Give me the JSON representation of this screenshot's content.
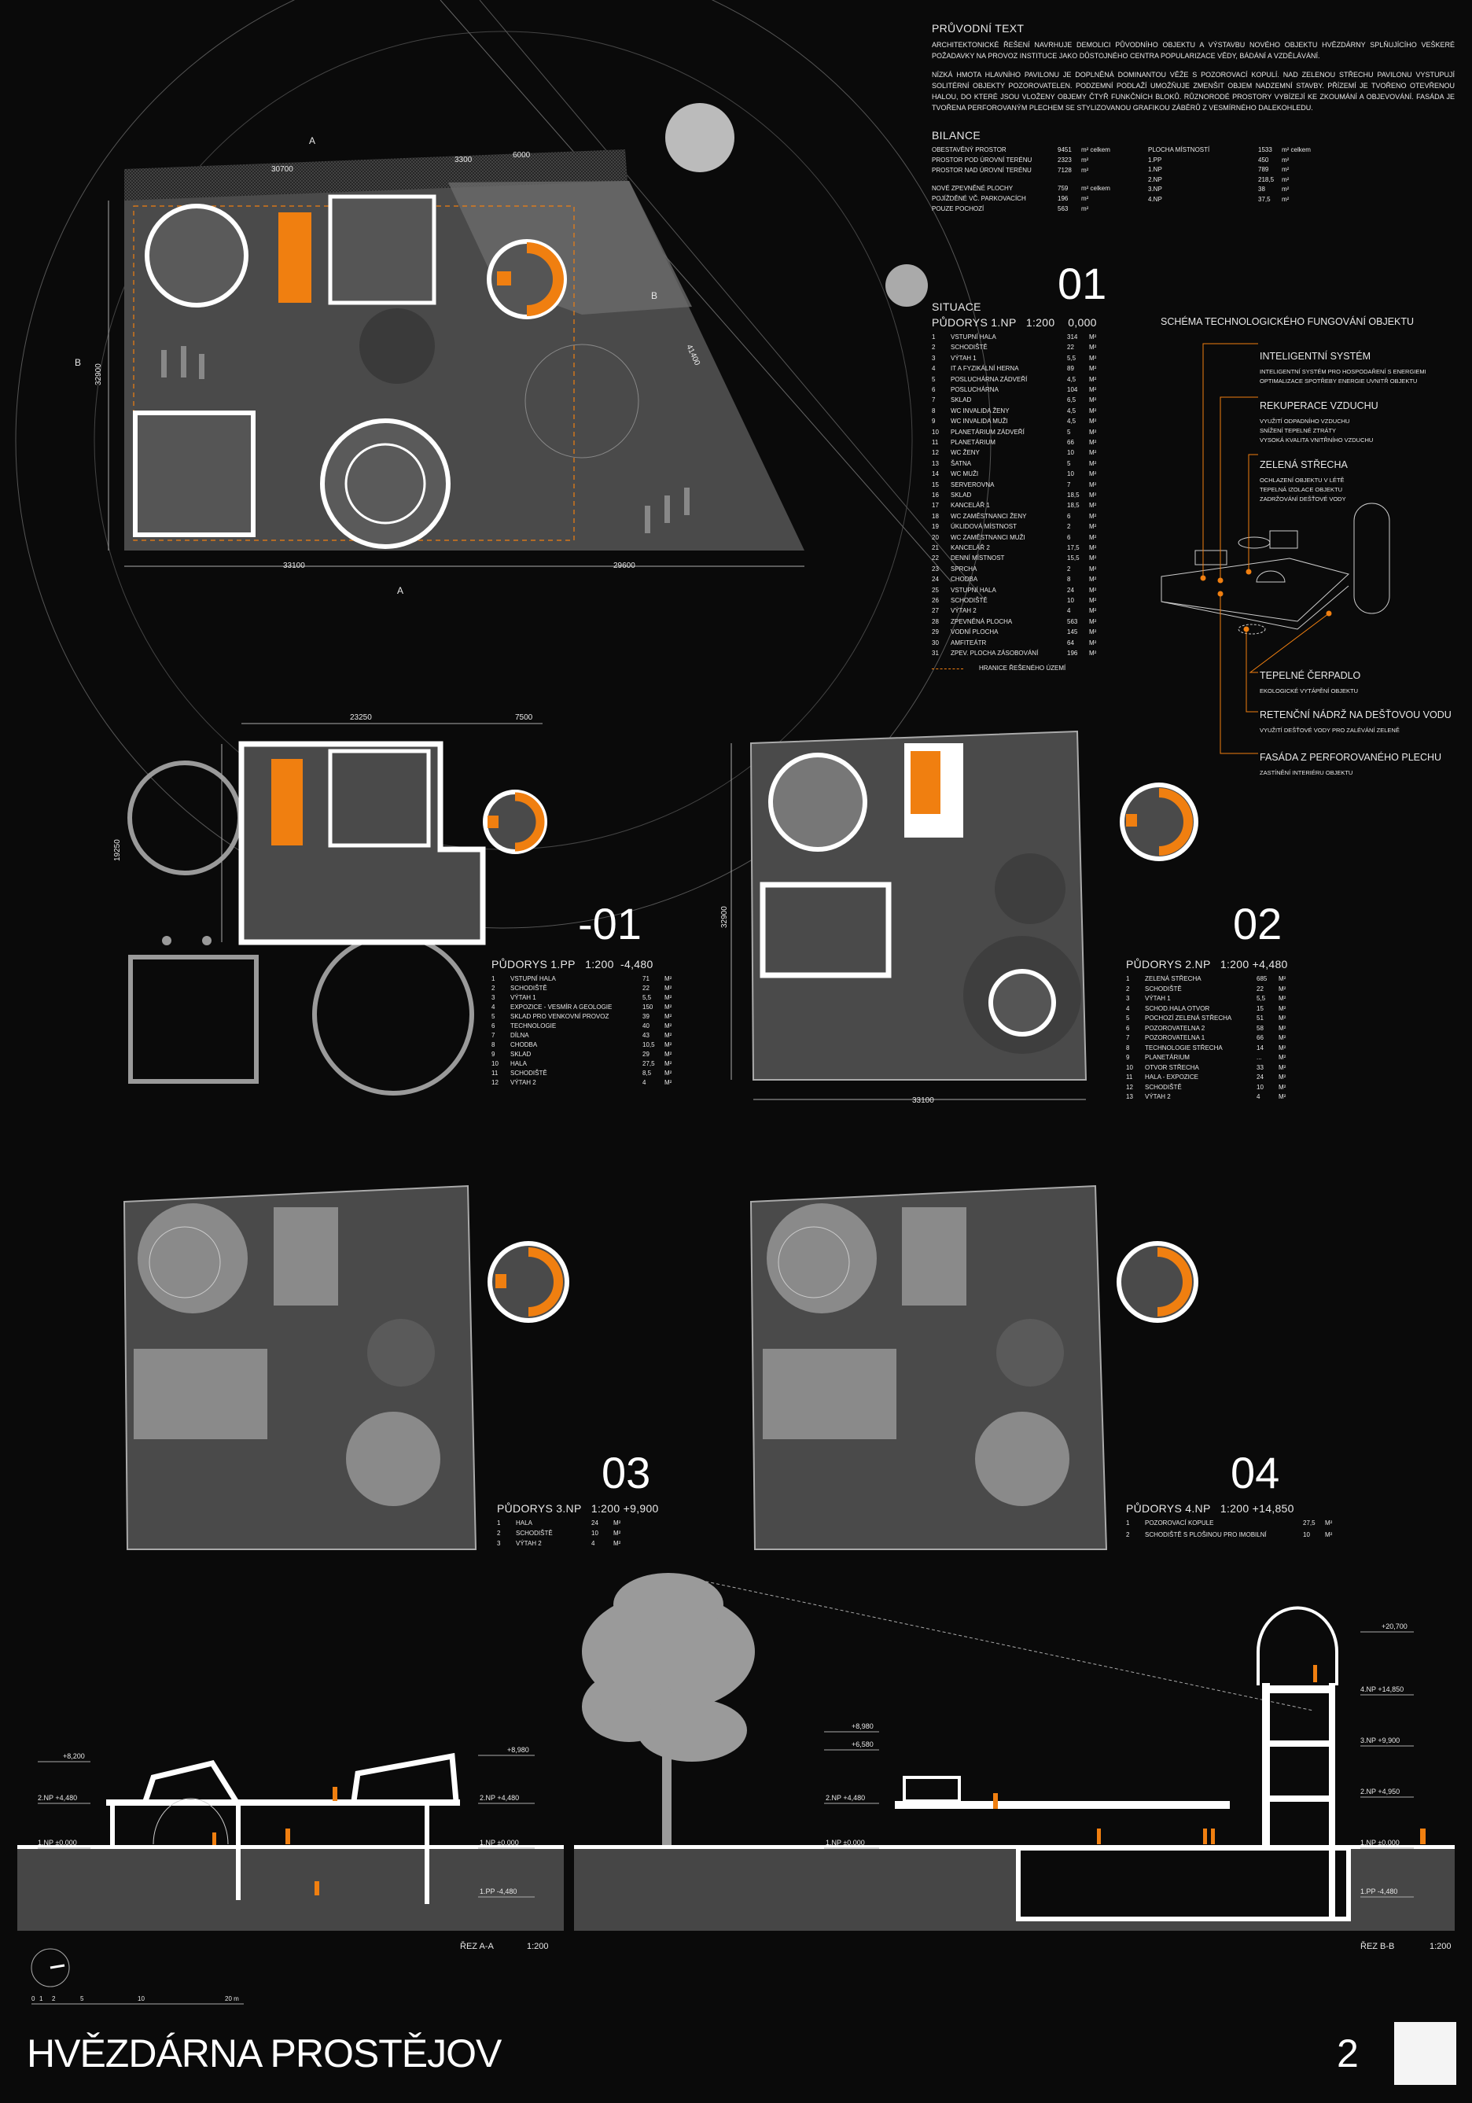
{
  "intro": {
    "title": "PRŮVODNÍ TEXT",
    "p1": "Architektonické řešení navrhuje demolici původního objektu a výstavbu nového objektu hvězdárny splňujícího veškeré požadavky na provoz instituce jako důstojného centra popularizace vědy, bádání a vzdělávání.",
    "p2": "Nízká hmota hlavního pavilonu je doplněná dominantou věže s pozorovací kopulí. Nad zelenou střechu pavilonu vystupují solitérní objekty pozorovatelen. Podzemní podlaží umožňuje zmenšit objem nadzemní stavby. Přízemí je tvořeno otevřenou halou, do které jsou vloženy objemy čtyř funkčních bloků. Různorodé prostory vybízejí ke zkoumání a objevování. Fasáda je tvořena perforovaným plechem se stylizovanou grafikou záběrů z vesmírného dalekohledu."
  },
  "bilance": {
    "title": "BILANCE",
    "left": [
      {
        "label": "OBESTAVĚNÝ PROSTOR",
        "value": "9451",
        "unit": "m² celkem"
      },
      {
        "label": "PROSTOR POD ÚROVNÍ TERÉNU",
        "value": "2323",
        "unit": "m²"
      },
      {
        "label": "PROSTOR NAD ÚROVNÍ TERÉNU",
        "value": "7128",
        "unit": "m²"
      },
      {
        "label": "NOVÉ ZPEVNĚNÉ PLOCHY",
        "value": "759",
        "unit": "m² celkem"
      },
      {
        "label": "POJÍŽDĚNÉ VČ. PARKOVACÍCH",
        "value": "196",
        "unit": "m²"
      },
      {
        "label": "POUZE POCHOZÍ",
        "value": "563",
        "unit": "m²"
      }
    ],
    "right": [
      {
        "label": "PLOCHA MÍSTNOSTÍ",
        "value": "1533",
        "unit": "m² celkem"
      },
      {
        "label": "1.PP",
        "value": "450",
        "unit": "m²"
      },
      {
        "label": "1.NP",
        "value": "789",
        "unit": "m²"
      },
      {
        "label": "2.NP",
        "value": "218,5",
        "unit": "m²"
      },
      {
        "label": "3.NP",
        "value": "38",
        "unit": "m²"
      },
      {
        "label": "4.NP",
        "value": "37,5",
        "unit": "m²"
      }
    ]
  },
  "plan01": {
    "number": "01",
    "subtitle": "SITUACE",
    "title": "PŮDORYS 1.NP   1:200    0,000",
    "boundary_label": "HRANICE ŘEŠENÉHO ÚZEMÍ",
    "rooms": [
      [
        "1",
        "VSTUPNÍ HALA",
        "314"
      ],
      [
        "2",
        "SCHODIŠTĚ",
        "22"
      ],
      [
        "3",
        "VÝTAH 1",
        "5,5"
      ],
      [
        "4",
        "IT A FYZIKÁLNÍ HERNA",
        "89"
      ],
      [
        "5",
        "POSLUCHÁRNA ZÁDVEŘÍ",
        "4,5"
      ],
      [
        "6",
        "POSLUCHÁRNA",
        "104"
      ],
      [
        "7",
        "SKLAD",
        "6,5"
      ],
      [
        "8",
        "WC INVALIDA ŽENY",
        "4,5"
      ],
      [
        "9",
        "WC INVALIDA MUŽI",
        "4,5"
      ],
      [
        "10",
        "PLANETÁRIUM ZÁDVEŘÍ",
        "5"
      ],
      [
        "11",
        "PLANETÁRIUM",
        "66"
      ],
      [
        "12",
        "WC ŽENY",
        "10"
      ],
      [
        "13",
        "ŠATNA",
        "5"
      ],
      [
        "14",
        "WC MUŽI",
        "10"
      ],
      [
        "15",
        "SERVEROVNA",
        "7"
      ],
      [
        "16",
        "SKLAD",
        "18,5"
      ],
      [
        "17",
        "KANCELÁŘ 1",
        "18,5"
      ],
      [
        "18",
        "WC ZAMĚSTNANCI ŽENY",
        "6"
      ],
      [
        "19",
        "ÚKLIDOVÁ MÍSTNOST",
        "2"
      ],
      [
        "20",
        "WC ZAMĚSTNANCI MUŽI",
        "6"
      ],
      [
        "21",
        "KANCELÁŘ 2",
        "17,5"
      ],
      [
        "22",
        "DENNÍ MÍSTNOST",
        "15,5"
      ],
      [
        "23",
        "SPRCHA",
        "2"
      ],
      [
        "24",
        "CHODBA",
        "8"
      ],
      [
        "25",
        "VSTUPNÍ HALA",
        "24"
      ],
      [
        "26",
        "SCHODIŠTĚ",
        "10"
      ],
      [
        "27",
        "VÝTAH 2",
        "4"
      ],
      [
        "28",
        "ZPEVNĚNÁ PLOCHA",
        "563"
      ],
      [
        "29",
        "VODNÍ PLOCHA",
        "145"
      ],
      [
        "30",
        "AMFITEÁTR",
        "64"
      ],
      [
        "31",
        "ZPEV. PLOCHA ZÁSOBOVÁNÍ",
        "196"
      ]
    ],
    "dims": {
      "d30700": "30700",
      "d3300": "3300",
      "d6000": "6000",
      "d32900": "32900",
      "d33100": "33100",
      "d29600": "29600",
      "d41400": "41400"
    }
  },
  "planM01": {
    "number": "-01",
    "title": "PŮDORYS 1.PP   1:200  -4,480",
    "rooms": [
      [
        "1",
        "VSTUPNÍ HALA",
        "71"
      ],
      [
        "2",
        "SCHODIŠTĚ",
        "22"
      ],
      [
        "3",
        "VÝTAH 1",
        "5,5"
      ],
      [
        "4",
        "EXPOZICE - VESMÍR A GEOLOGIE",
        "150"
      ],
      [
        "5",
        "SKLAD PRO VENKOVNÍ PROVOZ",
        "39"
      ],
      [
        "6",
        "TECHNOLOGIE",
        "40"
      ],
      [
        "7",
        "DÍLNA",
        "43"
      ],
      [
        "8",
        "CHODBA",
        "10,5"
      ],
      [
        "9",
        "SKLAD",
        "29"
      ],
      [
        "10",
        "HALA",
        "27,5"
      ],
      [
        "11",
        "SCHODIŠTĚ",
        "8,5"
      ],
      [
        "12",
        "VÝTAH 2",
        "4"
      ]
    ],
    "dims": {
      "d23250": "23250",
      "d7500": "7500",
      "d19250": "19250"
    }
  },
  "plan02": {
    "number": "02",
    "title": "PŮDORYS 2.NP   1:200 +4,480",
    "rooms": [
      [
        "1",
        "ZELENÁ STŘECHA",
        "685"
      ],
      [
        "2",
        "SCHODIŠTĚ",
        "22"
      ],
      [
        "3",
        "VÝTAH 1",
        "5,5"
      ],
      [
        "4",
        "SCHOD.HALA OTVOR",
        "15"
      ],
      [
        "5",
        "POCHOZÍ ZELENÁ STŘECHA",
        "51"
      ],
      [
        "6",
        "POZOROVATELNA 2",
        "58"
      ],
      [
        "7",
        "POZOROVATELNA 1",
        "66"
      ],
      [
        "8",
        "TECHNOLOGIE STŘECHA",
        "14"
      ],
      [
        "9",
        "PLANETÁRIUM",
        "..."
      ],
      [
        "10",
        "OTVOR  STŘECHA",
        "33"
      ],
      [
        "11",
        "HALA - EXPOZICE",
        "24"
      ],
      [
        "12",
        "SCHODIŠTĚ",
        "10"
      ],
      [
        "13",
        "VÝTAH 2",
        "4"
      ]
    ],
    "dims": {
      "d32900": "32900",
      "d33100": "33100"
    }
  },
  "plan03": {
    "number": "03",
    "title": "PŮDORYS 3.NP   1:200 +9,900",
    "rooms": [
      [
        "1",
        "HALA",
        "24"
      ],
      [
        "2",
        "SCHODIŠTĚ",
        "10"
      ],
      [
        "3",
        "VÝTAH 2",
        "4"
      ]
    ]
  },
  "plan04": {
    "number": "04",
    "title": "PŮDORYS 4.NP   1:200 +14,850",
    "rooms": [
      [
        "1",
        "POZOROVACÍ KOPULE",
        "27,5"
      ],
      [
        "2",
        "SCHODIŠTĚ S PLOŠINOU PRO IMOBILNÍ",
        "10"
      ]
    ]
  },
  "unit": "m²",
  "section_marks": {
    "a": "A",
    "b": "B"
  },
  "schema": {
    "title": "SCHÉMA TECHNOLOGICKÉHO FUNGOVÁNÍ OBJEKTU",
    "items": [
      {
        "title": "INTELIGENTNÍ SYSTÉM",
        "lines": [
          "INTELIGENTNÍ SYSTÉM PRO HOSPODAŘENÍ S ENERGIEMI",
          "OPTIMALIZACE SPOTŘEBY ENERGIE UVNITŘ OBJEKTU"
        ]
      },
      {
        "title": "REKUPERACE VZDUCHU",
        "lines": [
          "VYUŽITÍ ODPADNÍHO VZDUCHU",
          "SNÍŽENÍ TEPELNÉ ZTRÁTY",
          "VYSOKÁ KVALITA VNITŘNÍHO VZDUCHU"
        ]
      },
      {
        "title": "ZELENÁ STŘECHA",
        "lines": [
          "OCHLAZENÍ OBJEKTU V LÉTĚ",
          "TEPELNÁ IZOLACE OBJEKTU",
          "ZADRŽOVÁNÍ DEŠŤOVÉ VODY"
        ]
      },
      {
        "title": "TEPELNÉ ČERPADLO",
        "lines": [
          "EKOLOGICKÉ VYTÁPĚNÍ OBJEKTU"
        ]
      },
      {
        "title": "RETENČNÍ NÁDRŽ NA DEŠŤOVOU VODU",
        "lines": [
          "VYUŽITÍ DEŠŤOVÉ VODY PRO ZALÉVÁNÍ ZELENĚ"
        ]
      },
      {
        "title": "FASÁDA Z PERFOROVANÉHO PLECHU",
        "lines": [
          "ZASTÍNĚNÍ INTERIÉRU OBJEKTU"
        ]
      }
    ]
  },
  "section_aa": {
    "title": "ŘEZ A-A",
    "scale": "1:200",
    "levels": {
      "top_left": "+8,200",
      "np2_left": "2.NP   +4,480",
      "np1_left": "1.NP   ±0,000",
      "top_right": "+8,980",
      "np2_right": "2.NP   +4,480",
      "np1_right": "1.NP   ±0,000",
      "pp1_right": "1.PP   -4,480"
    }
  },
  "section_bb": {
    "title": "ŘEZ B-B",
    "scale": "1:200",
    "levels": {
      "l8980": "+8,980",
      "l6580": "+6,580",
      "np2_left": "2.NP   +4,480",
      "np1_left": "1.NP   ±0,000",
      "top": "+20,700",
      "np4": "4.NP  +14,850",
      "np3": "3.NP   +9,900",
      "np2": "2.NP   +4,950",
      "np1": "1.NP   ±0,000",
      "pp1": "1.PP    -4,480"
    }
  },
  "scale_bar": {
    "ticks": [
      "0",
      "1",
      "2",
      "5",
      "10",
      "20 m"
    ]
  },
  "footer": {
    "title": "HVĚZDÁRNA PROSTĚJOV",
    "page": "2"
  },
  "colors": {
    "accent": "#f07f10",
    "plan_gray": "#4a4a4a",
    "light_gray": "#9a9a9a",
    "background": "#0a0a0a"
  }
}
